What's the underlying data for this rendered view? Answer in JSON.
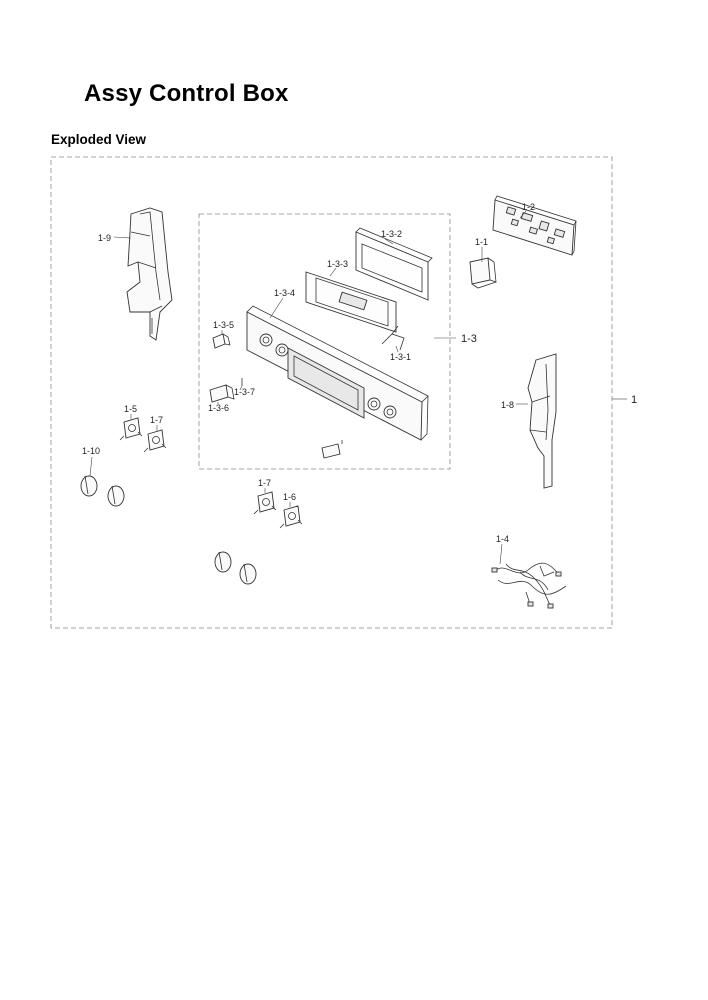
{
  "page": {
    "title": "Assy Control Box",
    "section": "Exploded View"
  },
  "callouts": {
    "c1": "1",
    "c1_1": "1-1",
    "c1_2": "1-2",
    "c1_3": "1-3",
    "c1_3_1": "1-3-1",
    "c1_3_2": "1-3-2",
    "c1_3_3": "1-3-3",
    "c1_3_4": "1-3-4",
    "c1_3_5": "1-3-5",
    "c1_3_6": "1-3-6",
    "c1_3_7": "1-3-7",
    "c1_4": "1-4",
    "c1_5": "1-5",
    "c1_6": "1-6",
    "c1_7a": "1-7",
    "c1_7b": "1-7",
    "c1_8": "1-8",
    "c1_9": "1-9",
    "c1_10": "1-10"
  }
}
